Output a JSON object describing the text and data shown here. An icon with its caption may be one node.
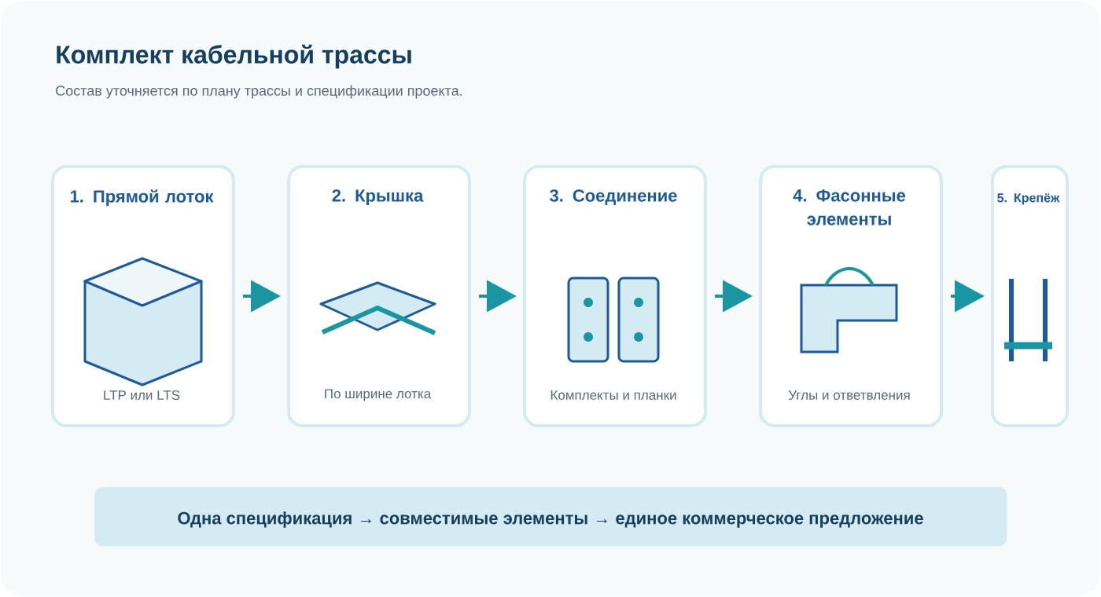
{
  "diagram": {
    "title": "Комплект кабельной трассы",
    "caption": "Состав уточняется по плану трассы и спецификации проекта.",
    "nodes": [
      {
        "text": [
          "1. Прямой лоток",
          "LTP или LTS"
        ]
      },
      {
        "text": [
          "2. Крышка",
          "По ширине лотка"
        ]
      },
      {
        "text": [
          "3. Соединение",
          "Комплекты и планки"
        ]
      },
      {
        "text": [
          "4. Фасонные элементы",
          "Углы и ответвления"
        ]
      },
      {
        "text": [
          "5. Крепёж"
        ]
      },
      {
        "text": [
          "Одна спецификация → совместимые элементы → единое коммерческое предложение"
        ]
      }
    ],
    "edges": [
      {
        "from": 0,
        "to": 1,
        "arrow": "to"
      },
      {
        "from": 1,
        "to": 2,
        "arrow": "to"
      },
      {
        "from": 2,
        "to": 3,
        "arrow": "to"
      },
      {
        "from": 3,
        "to": 4,
        "arrow": "to"
      }
    ]
  }
}
